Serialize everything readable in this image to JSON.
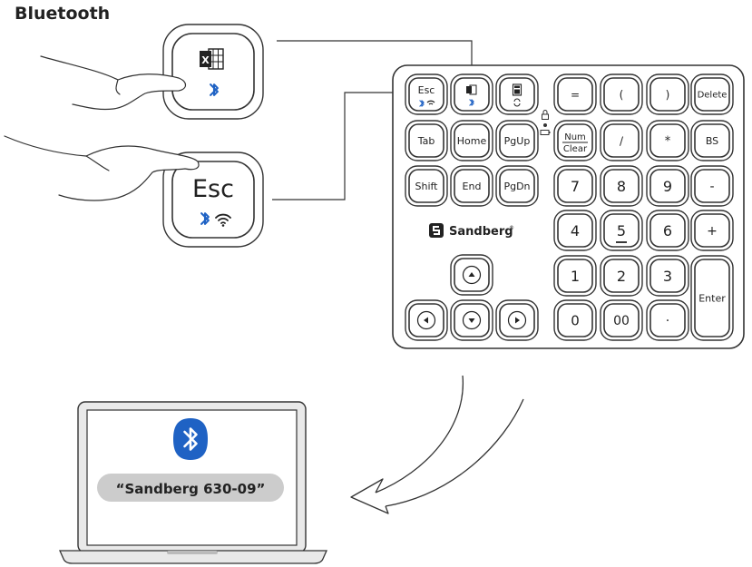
{
  "title": "Bluetooth",
  "brand": "Sandberg",
  "brand_mark": "®",
  "device_name": "“Sandberg 630-09”",
  "zoom_keys": {
    "esc_label": "Esc"
  },
  "keys": {
    "esc": "Esc",
    "equals": "=",
    "paren_open": "(",
    "paren_close": ")",
    "delete": "Delete",
    "tab": "Tab",
    "home": "Home",
    "pgup": "PgUp",
    "num": "Num",
    "clear": "Clear",
    "slash": "/",
    "asterisk": "*",
    "bs": "BS",
    "shift": "Shift",
    "end": "End",
    "pgdn": "PgDn",
    "k7": "7",
    "k8": "8",
    "k9": "9",
    "minus": "-",
    "k4": "4",
    "k5": "5",
    "k6": "6",
    "plus": "+",
    "k1": "1",
    "k2": "2",
    "k3": "3",
    "enter": "Enter",
    "k0": "0",
    "k00": "00",
    "dot": "·"
  },
  "colors": {
    "bluetooth": "#1f62c4",
    "outline": "#333333",
    "screen_pill": "#cccccc",
    "laptop_body": "#e9e9e9"
  },
  "icons": [
    "bluetooth-icon",
    "wifi-icon",
    "excel-icon",
    "calculator-icon",
    "lock-icon",
    "arrow-up-icon",
    "arrow-down-icon",
    "arrow-left-icon",
    "arrow-right-icon"
  ]
}
